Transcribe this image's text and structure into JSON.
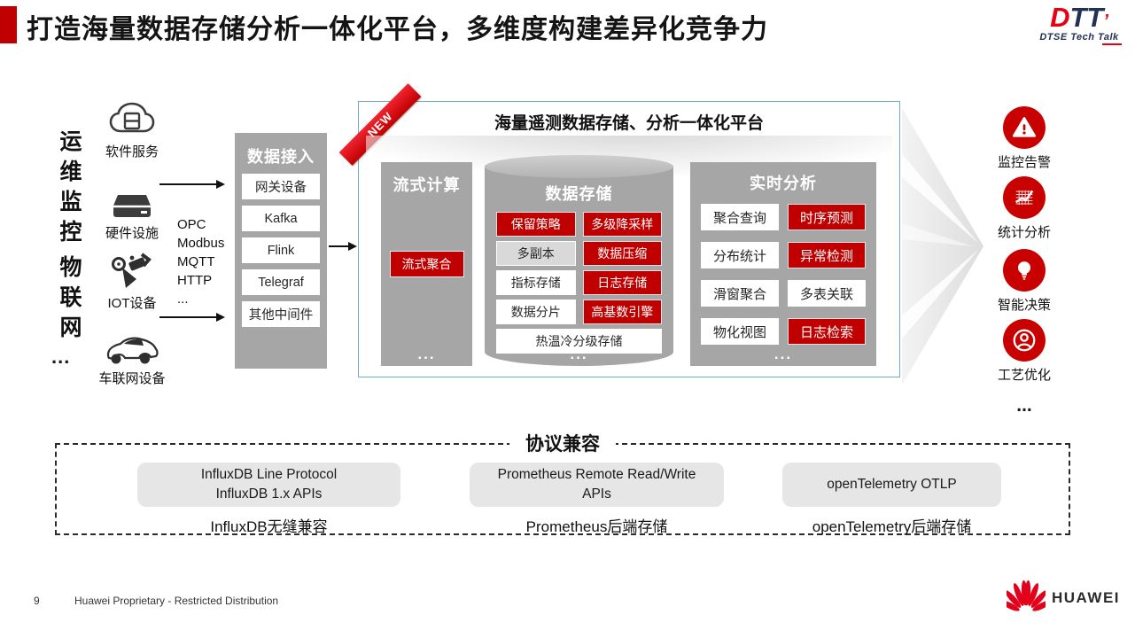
{
  "title": "打造海量数据存储分析一体化平台，多维度构建差异化竞争力",
  "logo": {
    "d": "D",
    "tt": "TT",
    "subtitle": "DTSE Tech Talk"
  },
  "left": {
    "group_top": "运维监控",
    "group_bottom": "物联网",
    "ellipsis": "...",
    "sources": [
      {
        "label": "软件服务"
      },
      {
        "label": "硬件设施"
      },
      {
        "label": "IOT设备"
      },
      {
        "label": "车联网设备"
      }
    ],
    "protocols": [
      "OPC",
      "Modbus",
      "MQTT",
      "HTTP",
      "..."
    ]
  },
  "ingest": {
    "title": "数据接入",
    "items": [
      "网关设备",
      "Kafka",
      "Flink",
      "Telegraf",
      "其他中间件"
    ]
  },
  "platform": {
    "badge": "NEW",
    "title": "海量遥测数据存储、分析一体化平台",
    "stream": {
      "title": "流式计算",
      "item": "流式聚合",
      "ellipsis": "..."
    },
    "storage": {
      "title": "数据存储",
      "items": [
        "保留策略",
        "多级降采样",
        "多副本",
        "数据压缩",
        "指标存储",
        "日志存储",
        "数据分片",
        "高基数引擎",
        "热温冷分级存储"
      ],
      "ellipsis": "..."
    },
    "analysis": {
      "title": "实时分析",
      "items": [
        "聚合查询",
        "时序预测",
        "分布统计",
        "异常检测",
        "滑窗聚合",
        "多表关联",
        "物化视图",
        "日志检索"
      ],
      "ellipsis": "..."
    }
  },
  "outputs": {
    "items": [
      "监控告警",
      "统计分析",
      "智能决策",
      "工艺优化"
    ],
    "ellipsis": "..."
  },
  "compat": {
    "title": "协议兼容",
    "cards": [
      {
        "line1": "InfluxDB Line Protocol",
        "line2": "InfluxDB 1.x APIs",
        "caption": "InfluxDB无缝兼容"
      },
      {
        "line1": "Prometheus Remote Read/Write",
        "line2": "APIs",
        "caption": "Prometheus后端存储"
      },
      {
        "line1": "openTelemetry OTLP",
        "line2": "",
        "caption": "openTelemetry后端存储"
      }
    ]
  },
  "footer": {
    "page": "9",
    "notice": "Huawei Proprietary -  Restricted Distribution",
    "brand": "HUAWEI"
  },
  "colors": {
    "accent_red": "#c00000",
    "panel_gray": "#a6a6a6",
    "card_gray": "#e7e6e6",
    "platform_border": "#72a9c4"
  }
}
